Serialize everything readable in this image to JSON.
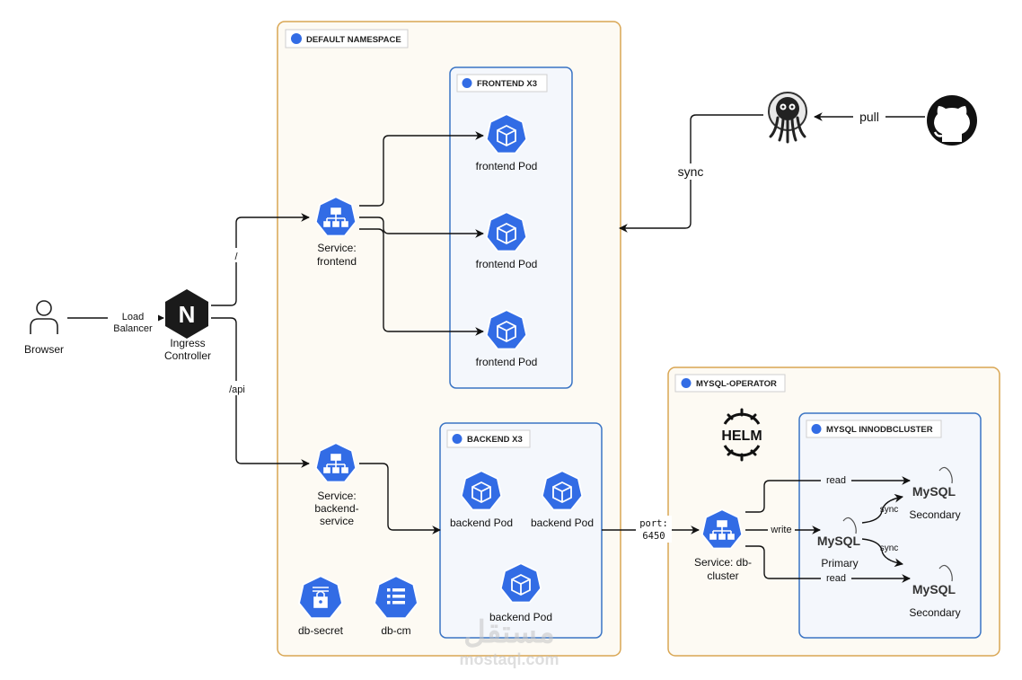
{
  "browser": {
    "label": "Browser"
  },
  "ingress": {
    "label_line1": "Ingress",
    "label_line2": "Controller",
    "icon_letter": "N"
  },
  "edges": {
    "load_balancer_line1": "Load",
    "load_balancer_line2": "Balancer",
    "root_path": "/",
    "api_path": "/api",
    "sync": "sync",
    "pull": "pull",
    "port_line1": "port:",
    "port_line2": "6450",
    "read_top": "read",
    "write": "write",
    "read_bottom": "read",
    "sync_top": "sync",
    "sync_bottom": "sync"
  },
  "default_namespace": {
    "title": "DEFAULT NAMESPACE"
  },
  "frontend_group": {
    "title": "FRONTEND X3"
  },
  "backend_group": {
    "title": "BACKEND X3"
  },
  "service_frontend": {
    "line1": "Service:",
    "line2": "frontend"
  },
  "service_backend": {
    "line1": "Service:",
    "line2": "backend-",
    "line3": "service"
  },
  "frontend_pods": [
    "frontend Pod",
    "frontend Pod",
    "frontend Pod"
  ],
  "backend_pods": [
    "backend Pod",
    "backend Pod",
    "backend Pod"
  ],
  "db_secret": {
    "label": "db-secret"
  },
  "db_cm": {
    "label": "db-cm"
  },
  "mysql_operator": {
    "title": "MYSQL-OPERATOR"
  },
  "helm": {
    "label": "HELM"
  },
  "innodb": {
    "title": "MYSQL INNODBCLUSTER"
  },
  "service_db": {
    "line1": "Service: db-",
    "line2": "cluster"
  },
  "mysql_brand": "MySQL",
  "mysql_primary": {
    "role": "Primary"
  },
  "mysql_secondary_top": {
    "role": "Secondary"
  },
  "mysql_secondary_bottom": {
    "role": "Secondary"
  },
  "watermark": {
    "brand": "مستقل",
    "domain": "mostaql.com"
  },
  "colors": {
    "k8s_blue": "#326ce5",
    "namespace_border": "#d9a653",
    "namespace_fill": "#fdfaf3",
    "group_border": "#3a74c4",
    "group_fill": "#f4f7fc"
  }
}
